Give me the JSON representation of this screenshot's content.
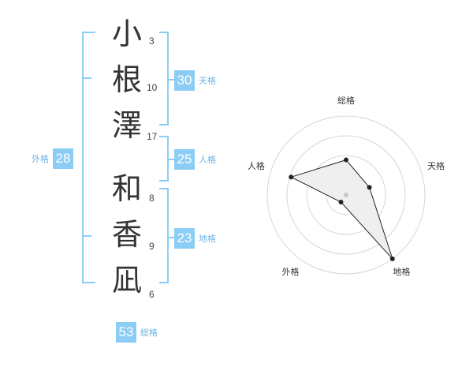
{
  "characters": [
    {
      "kanji": "小",
      "strokes": "3"
    },
    {
      "kanji": "根",
      "strokes": "10"
    },
    {
      "kanji": "澤",
      "strokes": "17"
    },
    {
      "kanji": "和",
      "strokes": "8"
    },
    {
      "kanji": "香",
      "strokes": "9"
    },
    {
      "kanji": "凪",
      "strokes": "6"
    }
  ],
  "fortunes": {
    "tenkaku": {
      "label": "天格",
      "value": "30"
    },
    "jinkaku": {
      "label": "人格",
      "value": "25"
    },
    "chikaku": {
      "label": "地格",
      "value": "23"
    },
    "gaikaku": {
      "label": "外格",
      "value": "28"
    },
    "soukaku": {
      "label": "総格",
      "value": "53"
    }
  },
  "colors": {
    "accent": "#8ccdf5",
    "accent_text": "#6cb4e4",
    "radar_fill": "#efefef"
  },
  "chart_data": {
    "type": "radar",
    "categories": [
      "総格",
      "天格",
      "地格",
      "外格",
      "人格"
    ],
    "values": [
      2,
      1.4,
      4.5,
      0.5,
      3.3
    ],
    "rlim": [
      0,
      4.5
    ],
    "rings": 4,
    "grid": true
  }
}
